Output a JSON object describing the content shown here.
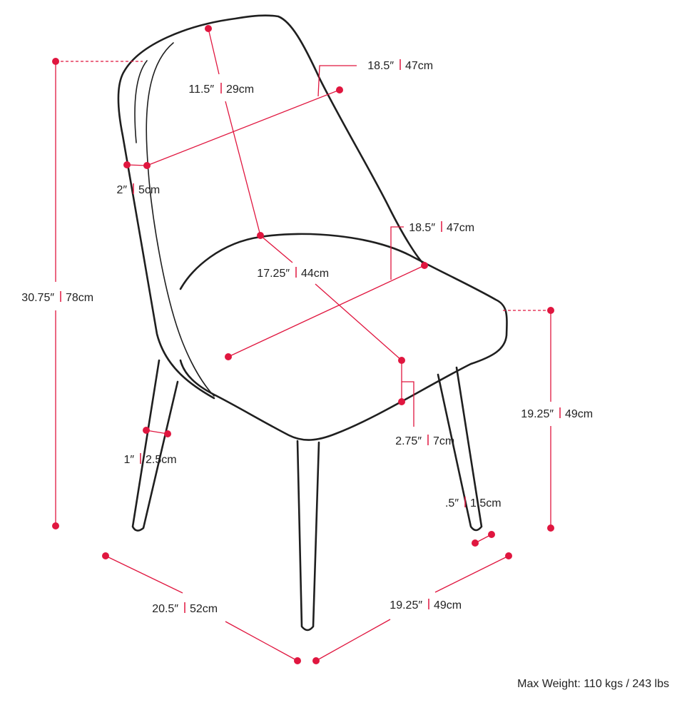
{
  "colors": {
    "dimension": "#e0163f",
    "outline": "#1f1f1f",
    "text": "#222222"
  },
  "dimensions": {
    "backrest_height": {
      "in": "11.5″",
      "cm": "29cm"
    },
    "backrest_width": {
      "in": "18.5″",
      "cm": "47cm"
    },
    "backrest_thickness": {
      "in": "2″",
      "cm": "5cm"
    },
    "overall_height": {
      "in": "30.75″",
      "cm": "78cm"
    },
    "seat_width": {
      "in": "18.5″",
      "cm": "47cm"
    },
    "seat_depth": {
      "in": "17.25″",
      "cm": "44cm"
    },
    "seat_thickness": {
      "in": "2.75″",
      "cm": "7cm"
    },
    "seat_height": {
      "in": "19.25″",
      "cm": "49cm"
    },
    "leg_top_width": {
      "in": "1″",
      "cm": "2.5cm"
    },
    "leg_bottom_width": {
      "in": ".5″",
      "cm": "1.5cm"
    },
    "overall_width": {
      "in": "20.5″",
      "cm": "52cm"
    },
    "overall_depth": {
      "in": "19.25″",
      "cm": "49cm"
    }
  },
  "footer": {
    "max_weight": "Max Weight: 110 kgs / 243 lbs"
  }
}
